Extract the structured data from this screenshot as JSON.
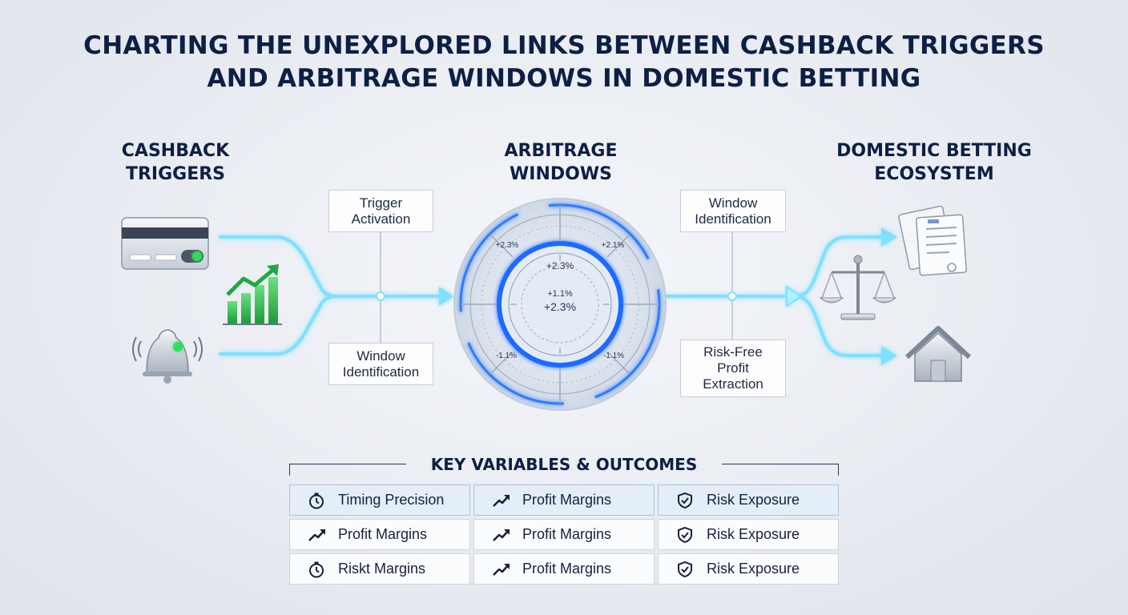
{
  "title": {
    "line1": "CHARTING THE UNEXPLORED LINKS BETWEEN CASHBACK TRIGGERS",
    "line2": "AND ARBITRAGE WINDOWS IN DOMESTIC BETTING"
  },
  "sections": {
    "left": {
      "line1": "CASHBACK",
      "line2": "TRIGGERS"
    },
    "center": {
      "line1": "ARBITRAGE",
      "line2": "WINDOWS"
    },
    "right": {
      "line1": "DOMESTIC BETTING",
      "line2": "ECOSYSTEM"
    }
  },
  "boxes": {
    "trigger_activation": {
      "line1": "Trigger",
      "line2": "Activation"
    },
    "window_identification_left": {
      "line1": "Window",
      "line2": "Identification"
    },
    "window_identification_right": {
      "line1": "Window",
      "line2": "Identification"
    },
    "risk_free": {
      "line1": "Risk-Free",
      "line2": "Profit",
      "line3": "Extraction"
    }
  },
  "dial": {
    "outer_tl": "+2.3%",
    "outer_tr": "+2.1%",
    "outer_bl": "-1.1%",
    "outer_br": "-1.1%",
    "inner_top": "+2.3%",
    "center_small": "+1.1%",
    "center_big": "+2.3%"
  },
  "key_variables": {
    "title": "KEY VARIABLES & OUTCOMES",
    "cells": [
      {
        "label": "Timing Precision",
        "icon": "stopwatch-icon"
      },
      {
        "label": "Profit Margins",
        "icon": "trend-up-icon"
      },
      {
        "label": "Risk Exposure",
        "icon": "shield-check-icon"
      },
      {
        "label": "Profit Margins",
        "icon": "trend-up-icon"
      },
      {
        "label": "Profit Margins",
        "icon": "trend-up-icon"
      },
      {
        "label": "Risk Exposure",
        "icon": "shield-check-icon"
      },
      {
        "label": "Riskt Margins",
        "icon": "stopwatch-icon"
      },
      {
        "label": "Profit Margins",
        "icon": "trend-up-icon"
      },
      {
        "label": "Risk Exposure",
        "icon": "shield-check-icon"
      }
    ]
  },
  "colors": {
    "navy": "#0d1f45",
    "cyan_glow": "#7fe0ff",
    "dial_blue": "#2f7bff",
    "green": "#2ecc55",
    "highlight_cell": "#e3eef8"
  }
}
